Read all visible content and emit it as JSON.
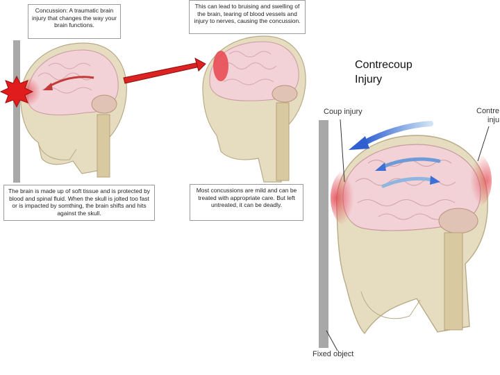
{
  "captions": {
    "top_left": "Concussion: A traumatic brain injury that changes the way your brain functions.",
    "top_middle": "This can lead to bruising and swelling of the brain, tearing of blood vessels and injury to nerves, causing the concussion.",
    "bottom_left": "The brain is made up of soft tissue and is protected by blood and spinal fluid. When the skull  is jolted too fast or is impacted by somthing, the brain shifts and hits against the skull.",
    "bottom_middle": "Most concussions are mild and can be treated with appropriate care. But left untreated, it can be deadly."
  },
  "diagram": {
    "contrecoup_title_line1": "Contrecoup",
    "contrecoup_title_line2": "Injury",
    "coup_label": "Coup injury",
    "contre_label_line1": "Contre",
    "contre_label_line2": "inju",
    "fixed_object_label": "Fixed object"
  },
  "colors": {
    "skull": "#e6dcc0",
    "brain": "#f2d2d6",
    "injury": "#e8454f",
    "arrow_red": "#dd2222",
    "arrow_blue": "#3d6fd6",
    "wall": "#a8a8a8"
  }
}
